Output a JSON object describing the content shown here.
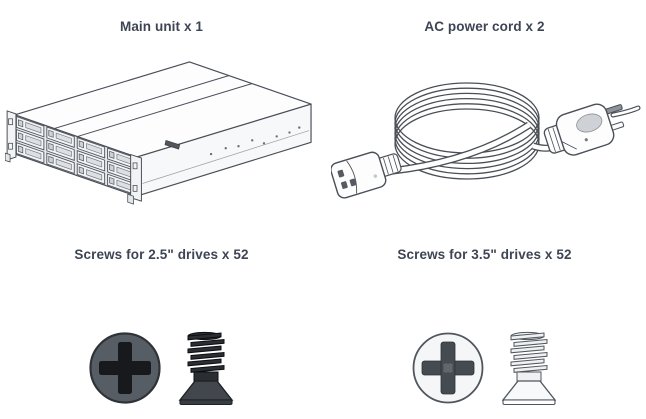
{
  "items": [
    {
      "id": "main-unit",
      "label": "Main unit x 1"
    },
    {
      "id": "ac-power-cord",
      "label": "AC power cord x 2"
    },
    {
      "id": "screws-2-5",
      "label": "Screws for 2.5\" drives x 52"
    },
    {
      "id": "screws-3-5",
      "label": "Screws for 3.5\" drives x 52"
    }
  ],
  "colors": {
    "background": "#ffffff",
    "label_text": "#3d4554",
    "outline": "#4a4f57",
    "dark_screw_body": "#575d64",
    "dark_screw_cross": "#17191c",
    "light_screw_body": "#f5f6f7",
    "light_screw_cross": "#454b51",
    "chassis_face": "#fdfdfe",
    "tray_face": "#f2f3f5"
  }
}
